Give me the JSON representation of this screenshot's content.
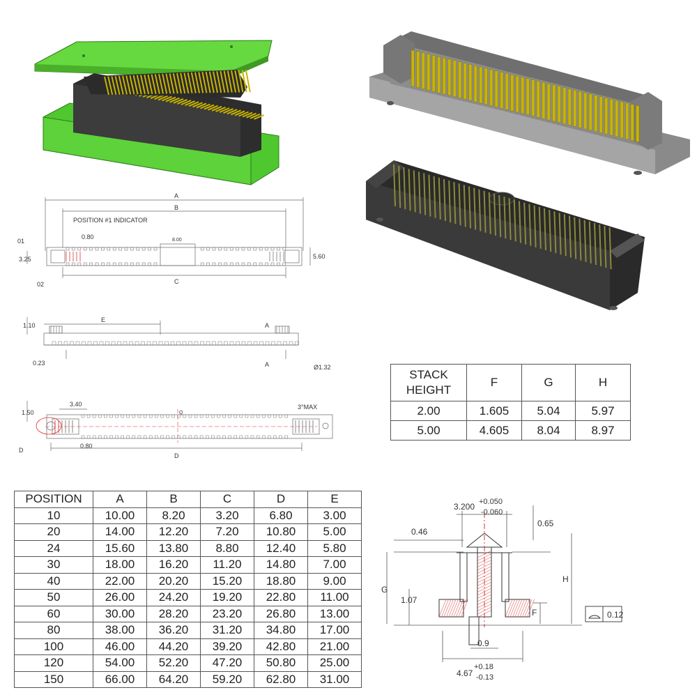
{
  "drawing_labels": {
    "top_view": {
      "A": "A",
      "B": "B",
      "C": "C",
      "position_indicator": "POSITION #1 INDICATOR",
      "pitch": "0.80",
      "d1": "01",
      "d2": "02",
      "h325": "3.25",
      "h560": "5.60",
      "mid": "8.00"
    },
    "side_view": {
      "E": "E",
      "h110": "1.10",
      "d023": "0.23",
      "dia": "Ø1.32",
      "secA_top": "A",
      "secA_bot": "A"
    },
    "bottom_view": {
      "w340": "3.40",
      "h150": "1.50",
      "pitch": "0.80",
      "D": "D",
      "D_left": "D",
      "angle": "3°MAX",
      "q": "Q"
    },
    "section": {
      "top_dim": "3.200",
      "top_tol_plus": "+0.050",
      "top_tol_minus": "-0.060",
      "d046": "0.46",
      "d065": "0.65",
      "G": "G",
      "H": "H",
      "F": "F",
      "d107": "1.07",
      "d09": "0.9",
      "bottom_dim": "4.67",
      "bot_tol_plus": "+0.18",
      "bot_tol_minus": "-0.13",
      "flat": "0.12"
    }
  },
  "stack_table": {
    "headers": [
      "STACK HEIGHT",
      "F",
      "G",
      "H"
    ],
    "rows": [
      [
        "2.00",
        "1.605",
        "5.04",
        "5.97"
      ],
      [
        "5.00",
        "4.605",
        "8.04",
        "8.97"
      ]
    ]
  },
  "position_table": {
    "headers": [
      "POSITION",
      "A",
      "B",
      "C",
      "D",
      "E"
    ],
    "rows": [
      [
        "10",
        "10.00",
        "8.20",
        "3.20",
        "6.80",
        "3.00"
      ],
      [
        "20",
        "14.00",
        "12.20",
        "7.20",
        "10.80",
        "5.00"
      ],
      [
        "24",
        "15.60",
        "13.80",
        "8.80",
        "12.40",
        "5.80"
      ],
      [
        "30",
        "18.00",
        "16.20",
        "11.20",
        "14.80",
        "7.00"
      ],
      [
        "40",
        "22.00",
        "20.20",
        "15.20",
        "18.80",
        "9.00"
      ],
      [
        "50",
        "26.00",
        "24.20",
        "19.20",
        "22.80",
        "11.00"
      ],
      [
        "60",
        "30.00",
        "28.20",
        "23.20",
        "26.80",
        "13.00"
      ],
      [
        "80",
        "38.00",
        "36.20",
        "31.20",
        "34.80",
        "17.00"
      ],
      [
        "100",
        "46.00",
        "44.20",
        "39.20",
        "42.80",
        "21.00"
      ],
      [
        "120",
        "54.00",
        "52.20",
        "47.20",
        "50.80",
        "25.00"
      ],
      [
        "150",
        "66.00",
        "64.20",
        "59.20",
        "62.80",
        "31.00"
      ]
    ]
  },
  "colors": {
    "pcb": "#5dd23a",
    "body": "#3a3a3a",
    "pins": "#c8b400"
  }
}
